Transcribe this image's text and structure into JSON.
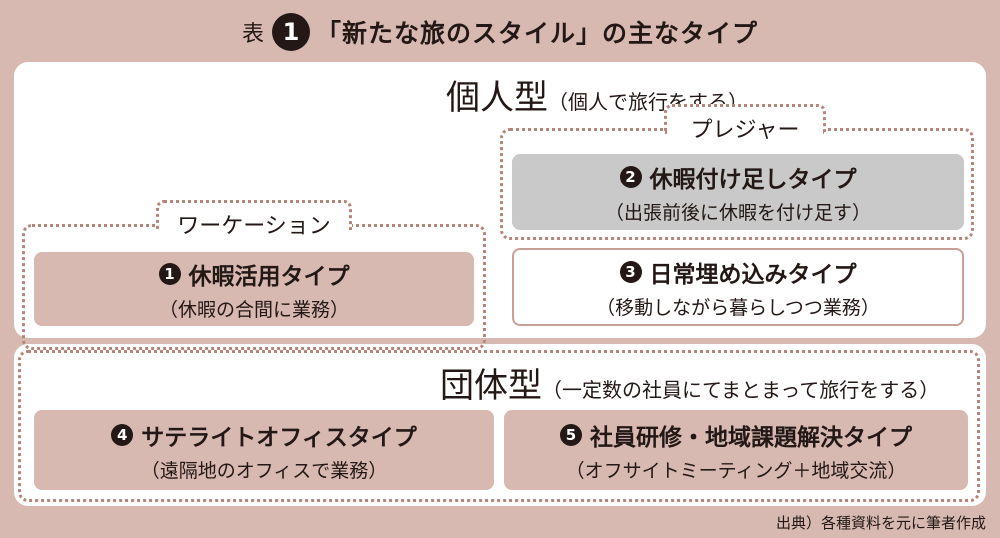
{
  "title": {
    "prefix": "表",
    "number": "1",
    "text": "「新たな旅のスタイル」の主なタイプ"
  },
  "personal": {
    "label": "個人型",
    "note": "（個人で旅行をする）"
  },
  "group": {
    "label": "団体型",
    "note": "（一定数の社員にてまとまって旅行をする）"
  },
  "categories": {
    "workation": "ワーケーション",
    "pleasure": "プレジャー"
  },
  "types": [
    {
      "num": "1",
      "name": "休暇活用タイプ",
      "desc": "（休暇の合間に業務）"
    },
    {
      "num": "2",
      "name": "休暇付け足しタイプ",
      "desc": "（出張前後に休暇を付け足す）"
    },
    {
      "num": "3",
      "name": "日常埋め込みタイプ",
      "desc": "（移動しながら暮らしつつ業務）"
    },
    {
      "num": "4",
      "name": "サテライトオフィスタイプ",
      "desc": "（遠隔地のオフィスで業務）"
    },
    {
      "num": "5",
      "name": "社員研修・地域課題解決タイプ",
      "desc": "（オフサイトミーティング＋地域交流）"
    }
  ],
  "source": "出典）各種資料を元に筆者作成",
  "colors": {
    "background": "#d7b9b1",
    "dotted": "#b68579",
    "gray_box": "#c9c9c9",
    "text": "#231815"
  }
}
